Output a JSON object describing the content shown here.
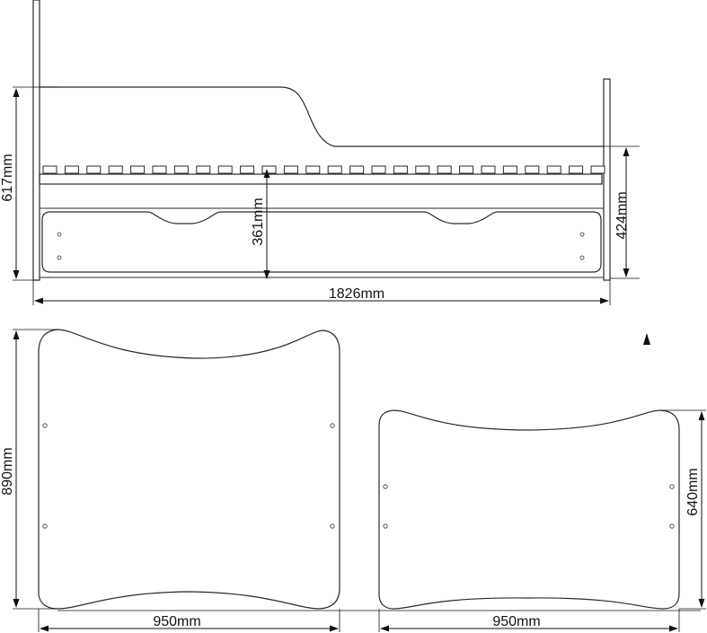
{
  "dimensions": {
    "bed_length": "1826mm",
    "headboard_height": "617mm",
    "footboard_height": "424mm",
    "drawer_height": "361mm",
    "head_panel_height": "890mm",
    "head_panel_width": "950mm",
    "foot_panel_height": "640mm",
    "foot_panel_width": "950mm"
  },
  "colors": {
    "line": "#2a2a2a",
    "background": "#ffffff"
  }
}
